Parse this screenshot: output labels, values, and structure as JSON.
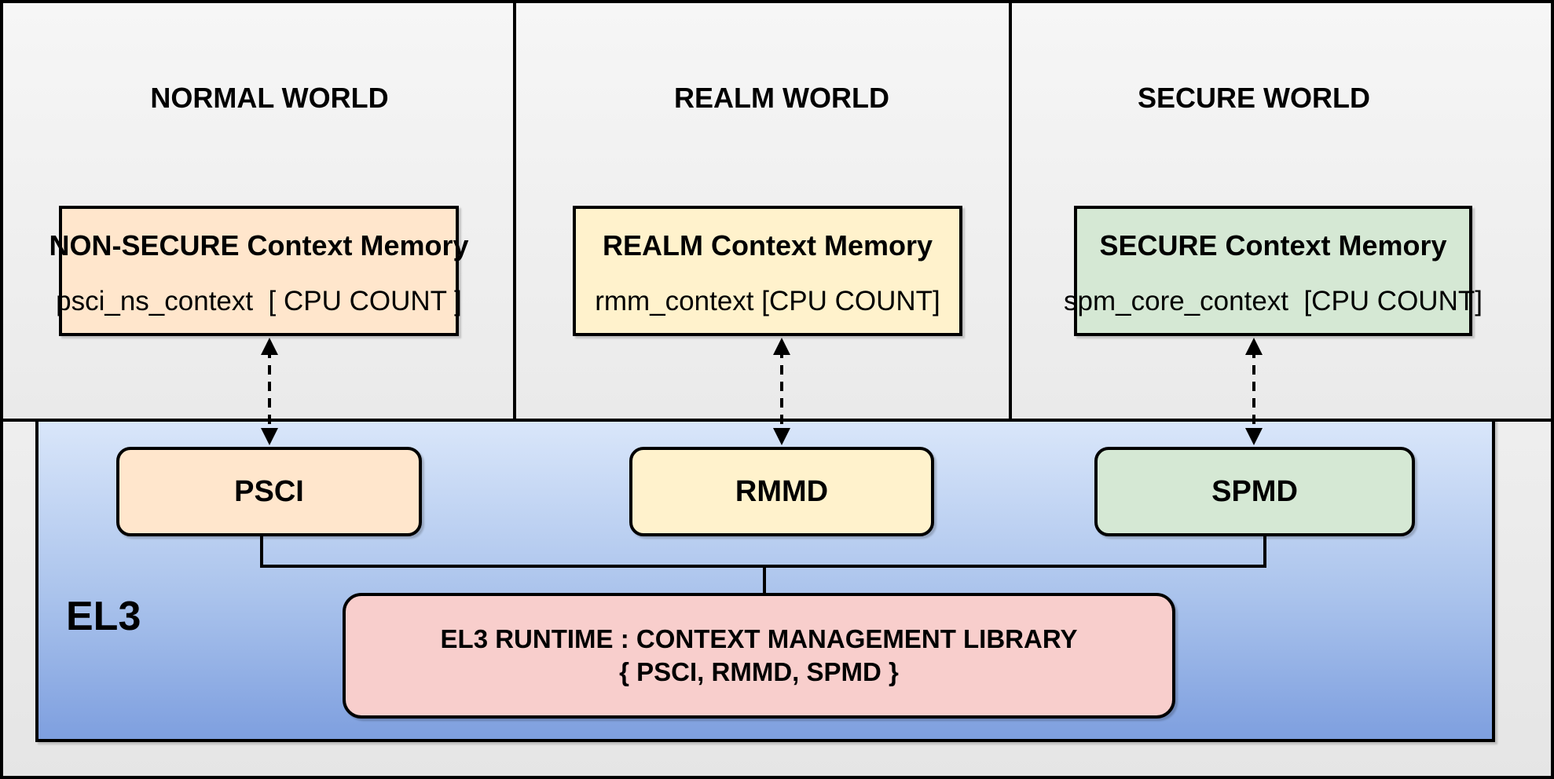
{
  "diagram": {
    "worlds": [
      {
        "title": "NORMAL WORLD",
        "memory": {
          "title": "NON-SECURE Context Memory",
          "code": "psci_ns_context  [ CPU COUNT ]"
        },
        "fill": "#FFE6CC"
      },
      {
        "title": "REALM WORLD",
        "memory": {
          "title": "REALM Context Memory",
          "code": "rmm_context [CPU COUNT]"
        },
        "fill": "#FFF2CC"
      },
      {
        "title": "SECURE WORLD",
        "memory": {
          "title": "SECURE Context Memory",
          "code": "spm_core_context  [CPU COUNT]"
        },
        "fill": "#D5E8D4"
      }
    ],
    "el3": {
      "label": "EL3",
      "services": [
        {
          "label": "PSCI",
          "fill": "#FFE6CC"
        },
        {
          "label": "RMMD",
          "fill": "#FFF2CC"
        },
        {
          "label": "SPMD",
          "fill": "#D5E8D4"
        }
      ],
      "runtime": {
        "line1": "EL3 RUNTIME : CONTEXT MANAGEMENT LIBRARY",
        "line2": "{ PSCI, RMMD, SPMD }",
        "fill": "#F8CECC"
      },
      "gradient_top": "#D9E6FA",
      "gradient_bottom": "#7E9FDF"
    },
    "stroke": "#000000"
  }
}
